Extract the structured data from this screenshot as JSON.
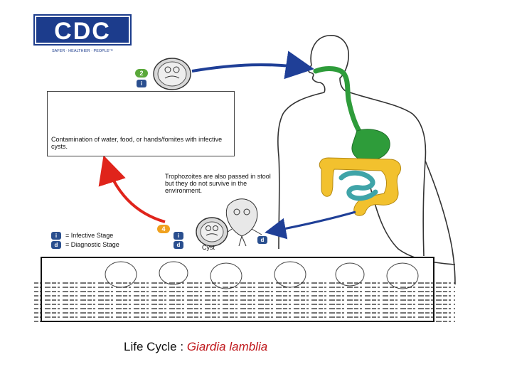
{
  "logo": {
    "text": "CDC",
    "tagline": "SAFER · HEALTHIER · PEOPLE™",
    "color": "#1c3c8c"
  },
  "steps": {
    "step2_number": "2",
    "step4_number": "4"
  },
  "stage_tags": {
    "infective": "i",
    "diagnostic": "d"
  },
  "contamination_caption": "Contamination of water, food, or hands/fomites with infective cysts.",
  "trophozoite_note": "Trophozoites are also passed in stool but they do not survive in the environment.",
  "legend": {
    "infective_label": "= Infective Stage",
    "diagnostic_label": "= Diagnostic Stage"
  },
  "cyst_label": "Cyst",
  "caption": {
    "prefix": "Life Cycle : ",
    "species": "Giardia lamblia"
  },
  "colors": {
    "arrow_blue": "#1f3f97",
    "arrow_red": "#e0241b",
    "digestive_green": "#2e9c3a",
    "intestine_yellow": "#f2c12e",
    "intestine_teal": "#3fa4a8",
    "badge_green": "#5aa83a",
    "badge_orange": "#f0a11e"
  }
}
